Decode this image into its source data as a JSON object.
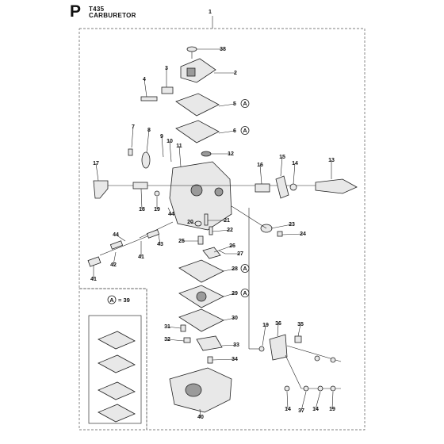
{
  "header": {
    "section_letter": "P",
    "model": "T435",
    "title": "CARBURETOR"
  },
  "assembly_ref": "1",
  "kit": {
    "marker": "A",
    "equals_label": "= 39"
  },
  "callouts": [
    {
      "id": "c38",
      "num": "38"
    },
    {
      "id": "c2",
      "num": "2"
    },
    {
      "id": "c3",
      "num": "3"
    },
    {
      "id": "c4",
      "num": "4"
    },
    {
      "id": "c5",
      "num": "5",
      "kit": true
    },
    {
      "id": "c6",
      "num": "6",
      "kit": true
    },
    {
      "id": "c7",
      "num": "7"
    },
    {
      "id": "c8",
      "num": "8"
    },
    {
      "id": "c9",
      "num": "9"
    },
    {
      "id": "c10",
      "num": "10"
    },
    {
      "id": "c11",
      "num": "11"
    },
    {
      "id": "c12",
      "num": "12"
    },
    {
      "id": "c13",
      "num": "13"
    },
    {
      "id": "c14a",
      "num": "14"
    },
    {
      "id": "c15",
      "num": "15"
    },
    {
      "id": "c16",
      "num": "16"
    },
    {
      "id": "c17",
      "num": "17"
    },
    {
      "id": "c18",
      "num": "18"
    },
    {
      "id": "c19a",
      "num": "19"
    },
    {
      "id": "c44a",
      "num": "44"
    },
    {
      "id": "c20",
      "num": "20"
    },
    {
      "id": "c21",
      "num": "21"
    },
    {
      "id": "c22",
      "num": "22"
    },
    {
      "id": "c23",
      "num": "23"
    },
    {
      "id": "c24",
      "num": "24"
    },
    {
      "id": "c25",
      "num": "25"
    },
    {
      "id": "c26",
      "num": "26"
    },
    {
      "id": "c27",
      "num": "27"
    },
    {
      "id": "c44b",
      "num": "44"
    },
    {
      "id": "c42",
      "num": "42"
    },
    {
      "id": "c41a",
      "num": "41"
    },
    {
      "id": "c43",
      "num": "43"
    },
    {
      "id": "c41b",
      "num": "41"
    },
    {
      "id": "c28",
      "num": "28",
      "kit": true
    },
    {
      "id": "c29",
      "num": "29",
      "kit": true
    },
    {
      "id": "c30",
      "num": "30"
    },
    {
      "id": "c31",
      "num": "31"
    },
    {
      "id": "c32",
      "num": "32"
    },
    {
      "id": "c33",
      "num": "33"
    },
    {
      "id": "c34",
      "num": "34"
    },
    {
      "id": "c19b",
      "num": "19"
    },
    {
      "id": "c36",
      "num": "36"
    },
    {
      "id": "c35",
      "num": "35"
    },
    {
      "id": "c40",
      "num": "40"
    },
    {
      "id": "c14b",
      "num": "14"
    },
    {
      "id": "c37",
      "num": "37"
    },
    {
      "id": "c14c",
      "num": "14"
    },
    {
      "id": "c19c",
      "num": "19"
    }
  ]
}
